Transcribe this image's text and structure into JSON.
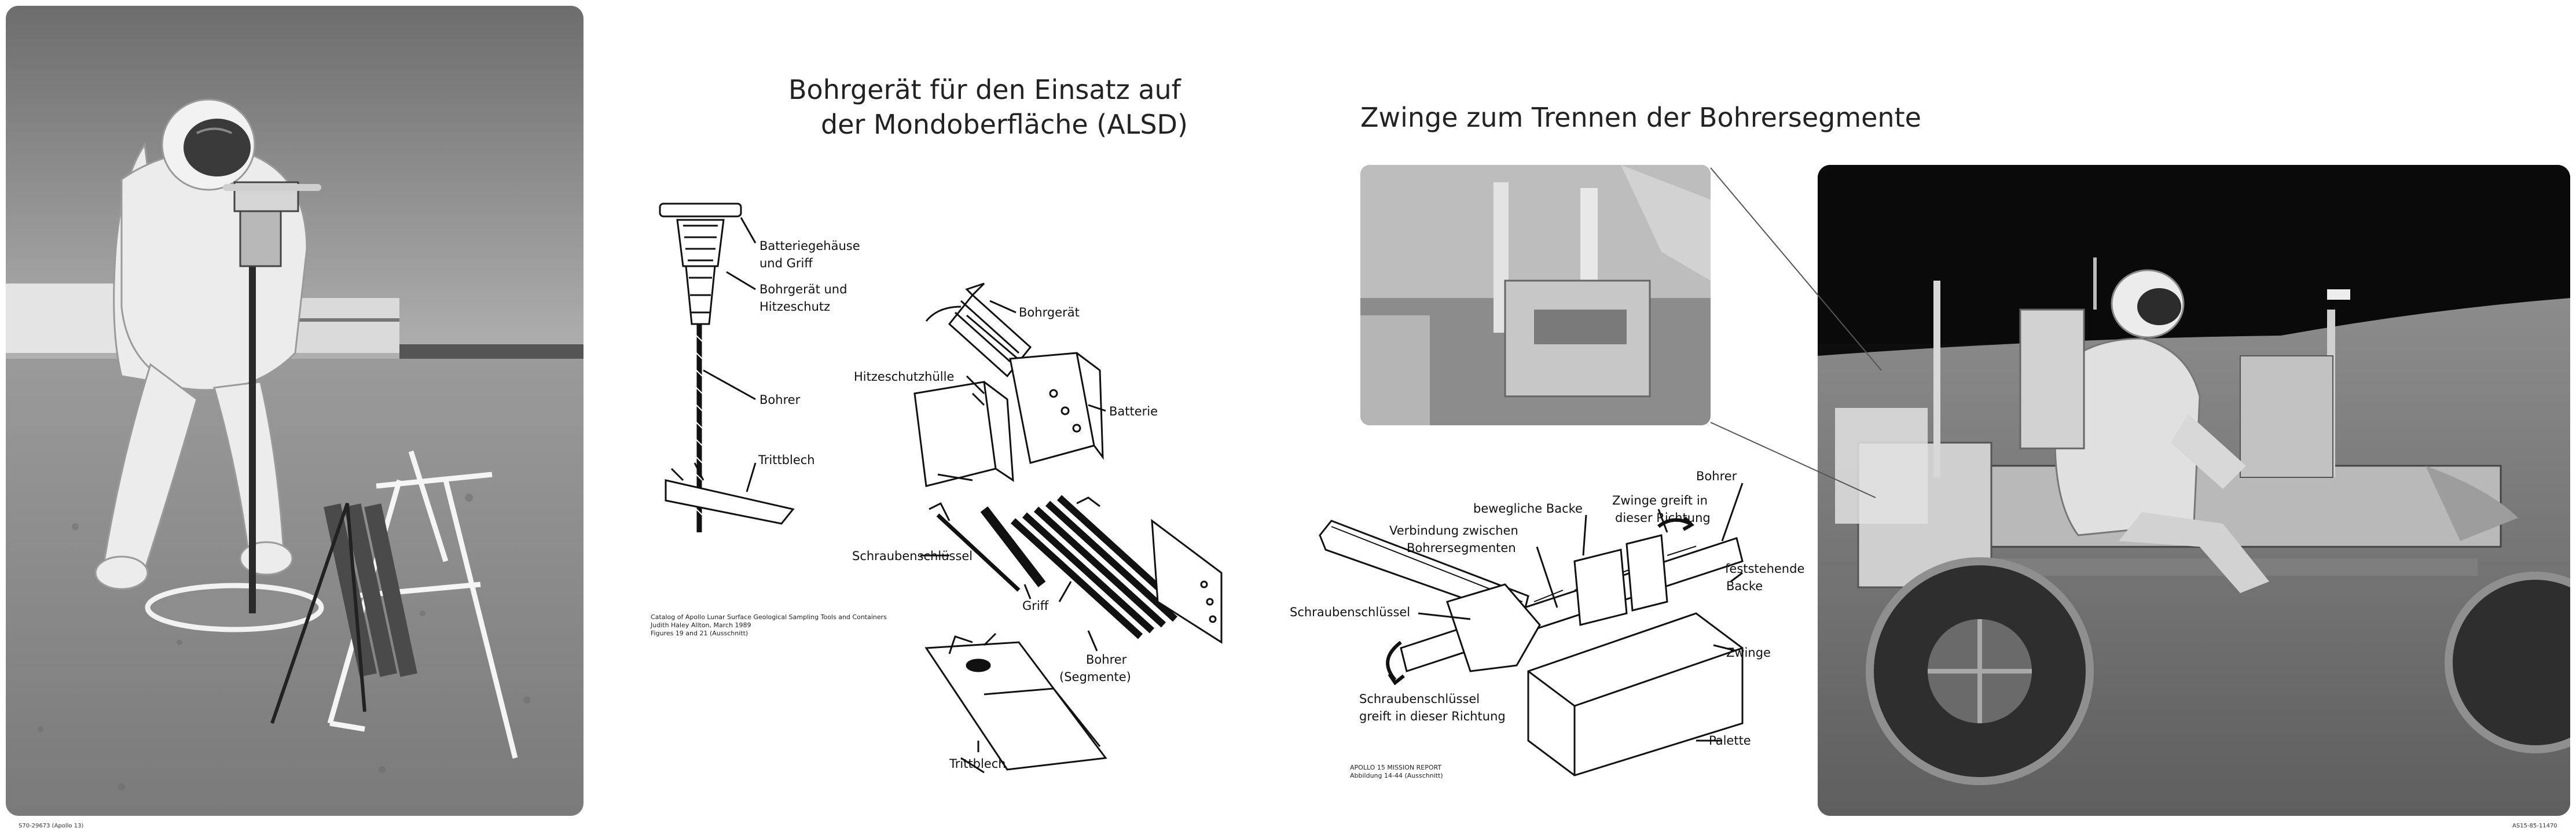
{
  "left_photo": {
    "credit": "S70-29673 (Apollo 13)"
  },
  "alsd": {
    "title_line1": "Bohrgerät für den Einsatz auf",
    "title_line2": "der Mondoberfläche (ALSD)",
    "labels": {
      "battery_housing_1": "Batteriegehäuse",
      "battery_housing_2": "und Griff",
      "drill_heatshield_1": "Bohrgerät und",
      "drill_heatshield_2": "Hitzeschutz",
      "drill_bit": "Bohrer",
      "treadle": "Trittblech",
      "drill": "Bohrgerät",
      "heatshield_cover": "Hitzeschutzhülle",
      "battery": "Batterie",
      "wrench": "Schraubenschlüssel",
      "handle": "Griff",
      "segments_1": "Bohrer",
      "segments_2": "(Segmente)",
      "treadle_2": "Trittblech"
    },
    "source_1": "Catalog of Apollo Lunar Surface Geological Sampling Tools and Containers",
    "source_2": "Judith Haley Allton, March 1989",
    "source_3": "Figures 19 and 21 (Ausschnitt)"
  },
  "vise": {
    "title": "Zwinge zum Trennen der Bohrersegmente",
    "labels": {
      "movable_jaw": "bewegliche Backe",
      "connection_1": "Verbindung zwischen",
      "connection_2": "Bohrersegmenten",
      "vise_grips_1": "Zwinge greift in",
      "vise_grips_2": "dieser Richtung",
      "drill": "Bohrer",
      "fixed_jaw_1": "feststehende",
      "fixed_jaw_2": "Backe",
      "wrench": "Schraubenschlüssel",
      "vise": "Zwinge",
      "wrench_grips_1": "Schraubenschlüssel",
      "wrench_grips_2": "greift in dieser Richtung",
      "pallet": "Palette"
    },
    "source_1": "APOLLO 15 MISSION REPORT",
    "source_2": "Abbildung 14-44 (Ausschnitt)"
  },
  "right_photo": {
    "credit": "AS15-85-11470"
  },
  "colors": {
    "sky_gray": "#8a8a8a",
    "lunar_black": "#0d0d0d",
    "ink": "#111111"
  }
}
